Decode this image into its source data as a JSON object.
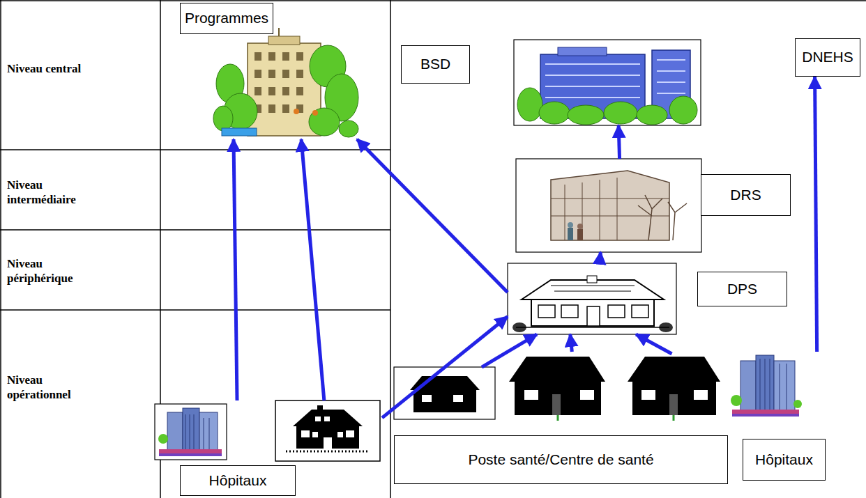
{
  "diagram": {
    "nodes": [
      {
        "text": [
          "Programmes"
        ]
      },
      {
        "text": [
          "BSD"
        ]
      },
      {
        "text": [
          "DNEHS"
        ]
      },
      {
        "text": [
          "DRS"
        ]
      },
      {
        "text": [
          "DPS"
        ]
      },
      {
        "text": [
          "Hôpitaux"
        ]
      },
      {
        "text": [
          "Poste santé/Centre de santé"
        ]
      },
      {
        "text": [
          "Hôpitaux"
        ]
      }
    ],
    "edges": [
      {
        "from": 5,
        "to": 0,
        "arrow": "to"
      },
      {
        "from": 5,
        "to": 0,
        "arrow": "to"
      },
      {
        "from": 5,
        "to": 4,
        "arrow": "to"
      },
      {
        "from": 4,
        "to": 0,
        "arrow": "to"
      },
      {
        "from": 6,
        "to": 4,
        "arrow": "to"
      },
      {
        "from": 6,
        "to": 4,
        "arrow": "to"
      },
      {
        "from": 6,
        "to": 4,
        "arrow": "to"
      },
      {
        "from": 4,
        "to": 3,
        "arrow": "to"
      },
      {
        "from": 3,
        "to": 1,
        "arrow": "to"
      },
      {
        "from": 7,
        "to": 2,
        "arrow": "to"
      }
    ],
    "labels": [
      "Niveau central",
      "Niveau intermédiaire",
      "Niveau périphérique",
      "Niveau opérationnel"
    ]
  }
}
